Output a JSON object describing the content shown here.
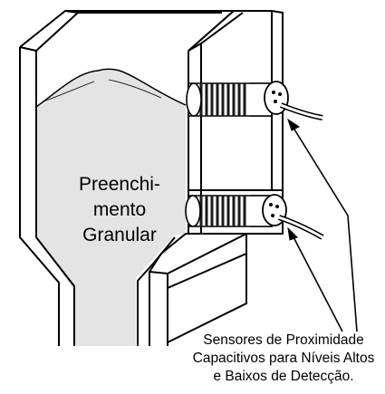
{
  "material_label": {
    "line1": "Preenchi-",
    "line2": "mento",
    "line3": "Granular"
  },
  "sensor_label": {
    "line1": "Sensores de Proximidade",
    "line2": "Capacitivos para Níveis Altos",
    "line3": "e Baixos de Detecção."
  },
  "colors": {
    "line": "#000000",
    "background": "#ffffff",
    "granular_fill": "#e4e4e4",
    "sensor_dark": "#1a1a1a"
  }
}
